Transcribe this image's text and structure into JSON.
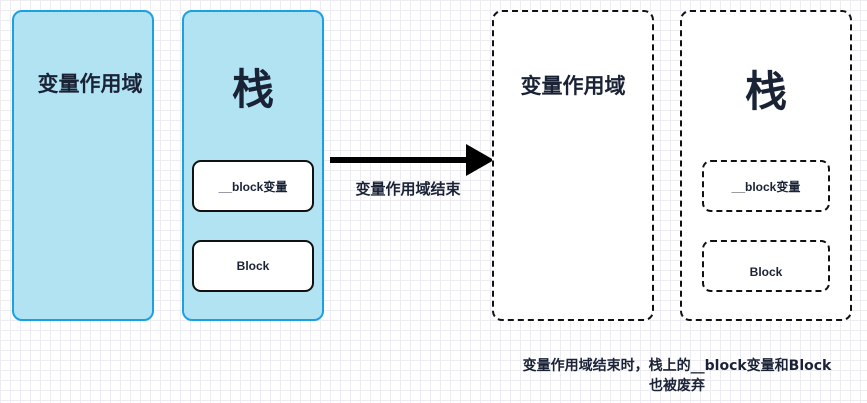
{
  "before": {
    "scope_label": "变量作用域",
    "stack_label": "栈",
    "block_var_label": "__block变量",
    "block_label": "Block"
  },
  "arrow": {
    "caption": "变量作用域结束"
  },
  "after": {
    "scope_label": "变量作用域",
    "stack_label": "栈",
    "block_var_label": "__block变量",
    "block_label": "Block"
  },
  "note": {
    "line1": "变量作用域结束时，栈上的__block变量和Block",
    "line2": "也被废弃"
  },
  "colors": {
    "panel_fill": "#b1e3f3",
    "panel_border": "#1ba1e2",
    "text": "#1a2236",
    "arrow": "#000000"
  }
}
